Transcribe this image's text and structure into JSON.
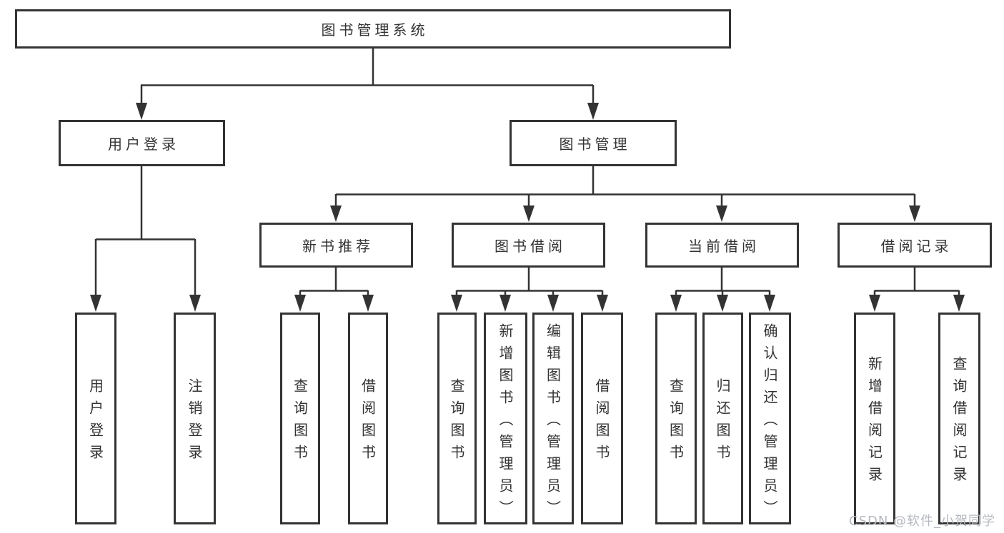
{
  "diagram": {
    "root": {
      "label": "图书管理系统"
    },
    "branches": [
      {
        "label": "用户登录",
        "leaves": [
          {
            "label": "用户登录"
          },
          {
            "label": "注销登录"
          }
        ]
      },
      {
        "label": "图书管理",
        "children": [
          {
            "label": "新书推荐",
            "leaves": [
              {
                "label": "查询图书"
              },
              {
                "label": "借阅图书"
              }
            ]
          },
          {
            "label": "图书借阅",
            "leaves": [
              {
                "label": "查询图书"
              },
              {
                "label": "新增图书（管理员）"
              },
              {
                "label": "编辑图书（管理员）"
              },
              {
                "label": "借阅图书"
              }
            ]
          },
          {
            "label": "当前借阅",
            "leaves": [
              {
                "label": "查询图书"
              },
              {
                "label": "归还图书"
              },
              {
                "label": "确认归还（管理员）"
              }
            ]
          },
          {
            "label": "借阅记录",
            "leaves": [
              {
                "label": "新增借阅记录"
              },
              {
                "label": "查询借阅记录"
              }
            ]
          }
        ]
      }
    ]
  },
  "watermark": {
    "text": "CSDN @软件_小贺同学"
  },
  "colors": {
    "line": "#333333",
    "box_border": "#333333",
    "box_fill": "#ffffff",
    "text": "#333333",
    "watermark": "#b5b9bf",
    "background": "#ffffff"
  }
}
